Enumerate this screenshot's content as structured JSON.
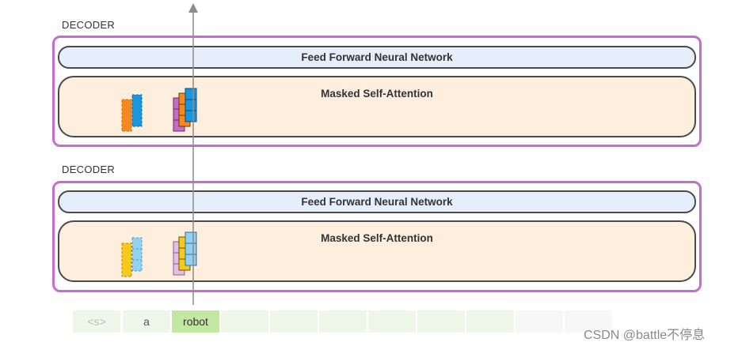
{
  "decoders": [
    {
      "label": "DECODER",
      "ffnn_label": "Feed Forward Neural Network",
      "msa_label": "Masked Self-Attention"
    },
    {
      "label": "DECODER",
      "ffnn_label": "Feed Forward Neural Network",
      "msa_label": "Masked Self-Attention"
    }
  ],
  "tokens": [
    "<s>",
    "a",
    "robot",
    "",
    "",
    "",
    "",
    "",
    "",
    "",
    ""
  ],
  "active_token_index": 2,
  "watermark": "CSDN @battle不停息",
  "colors": {
    "decoder_border": "#c96ad1",
    "ffnn_fill": "#e5eefa",
    "msa_fill": "#fdeedd",
    "orange": "#f5891f",
    "blue": "#1b96dc",
    "purple": "#c46dc6",
    "light_yellow": "#f8c91d",
    "light_blue": "#94d1f0",
    "light_purple": "#e2bfe3",
    "token_active": "#c4e6a3",
    "token_bg": "#eef7e9"
  }
}
